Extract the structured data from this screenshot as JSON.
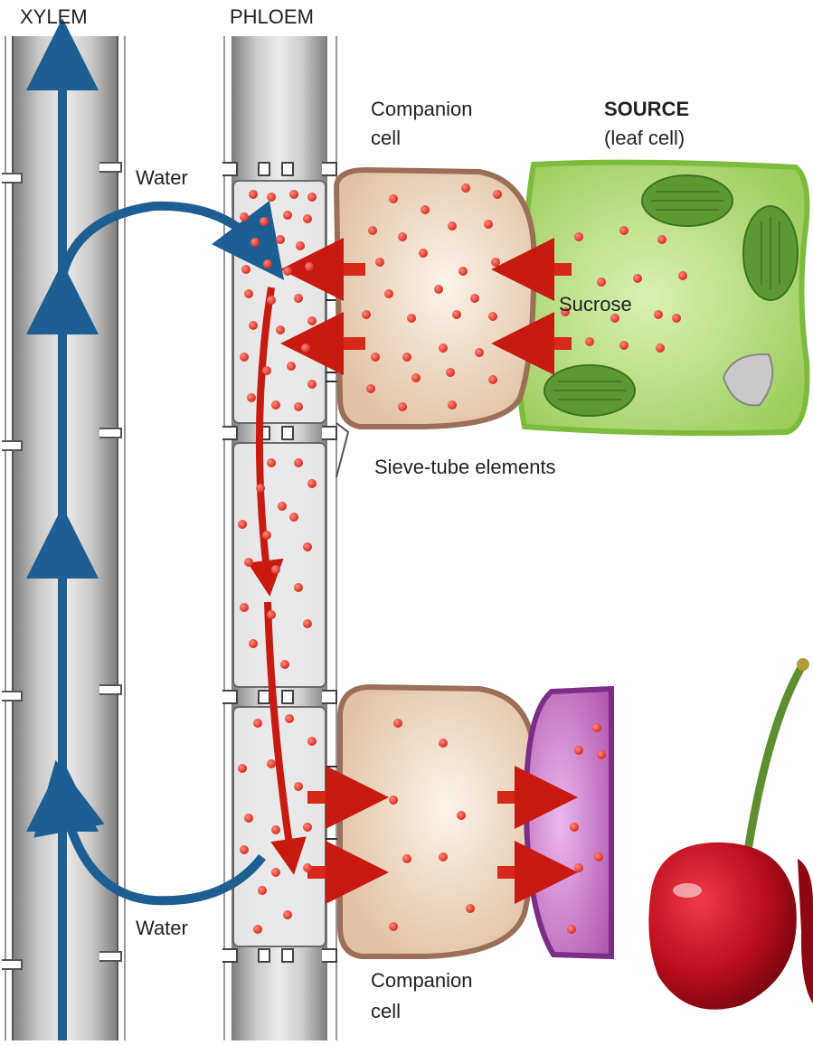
{
  "labels": {
    "xylem": "XYLEM",
    "phloem": "PHLOEM",
    "companion_top_1": "Companion",
    "companion_top_2": "cell",
    "source_title": "SOURCE",
    "source_sub": "(leaf cell)",
    "water_top": "Water",
    "sucrose": "Sucrose",
    "sieve_tube": "Sieve-tube elements",
    "water_bottom": "Water",
    "companion_bottom_1": "Companion",
    "companion_bottom_2": "cell"
  },
  "colors": {
    "xylem_arrow": "#1d5f93",
    "sucrose_dot": "#e03a2c",
    "flow_arrow": "#c81a10",
    "leaf_cell": "#a4d46a",
    "leaf_border": "#7dbb3c",
    "chloroplast": "#5b9a33",
    "companion_cell": "#e8ccb4",
    "companion_border": "#9b6f58",
    "sink_cell": "#b865b8",
    "sink_border": "#7c2d88",
    "cherry": "#b80d1c"
  }
}
